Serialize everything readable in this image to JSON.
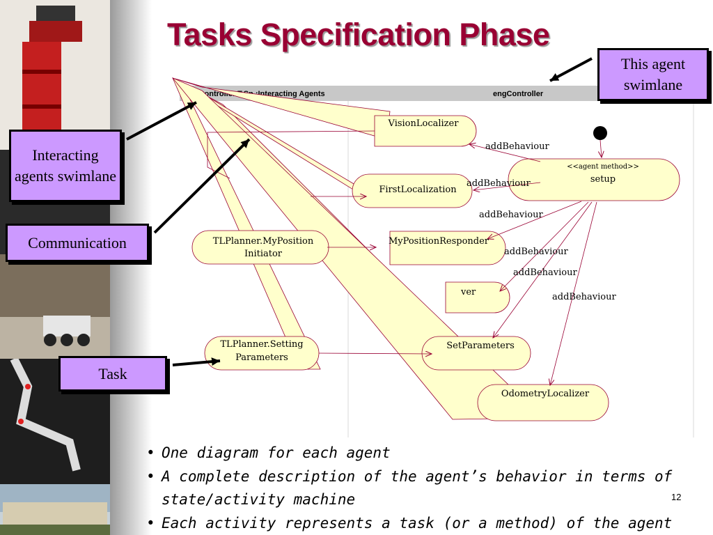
{
  "slide": {
    "title": "Tasks Specification Phase",
    "page_number": "12"
  },
  "callouts": {
    "interacting_swimlane": "Interacting agents swimlane",
    "communication": "Communication",
    "task": "Task",
    "this_agent_swimlane": "This agent swimlane"
  },
  "diagram": {
    "header_left": "engController T.Sp.:Interacting Agents",
    "header_right": "engController",
    "activities": {
      "vision": "VisionLocalizer",
      "setup_stereotype": "<<agent method>>",
      "setup": "setup",
      "first": "FirstLocalization",
      "initiator_line1": "TLPlanner.MyPosition",
      "initiator_line2": "Initiator",
      "responder": "MyPositionResponder",
      "fragment_ver": "ver",
      "setting_line1": "TLPlanner.Setting",
      "setting_line2": "Parameters",
      "setparams": "SetParameters",
      "odometry": "OdometryLocalizer"
    },
    "edge_labels": [
      "addBehaviour",
      "addBehaviour",
      "addBehaviour",
      "addBehaviour",
      "addBehaviour",
      "addBehaviour"
    ]
  },
  "colors": {
    "title": "#990033",
    "callout_fill": "#cc99ff",
    "activity_fill": "#ffffcc",
    "edge": "#990033"
  },
  "bullets": [
    "One diagram for each agent",
    "A complete description of the agent’s behavior in terms of state/activity machine",
    "Each activity represents a task (or a method) of the agent"
  ]
}
